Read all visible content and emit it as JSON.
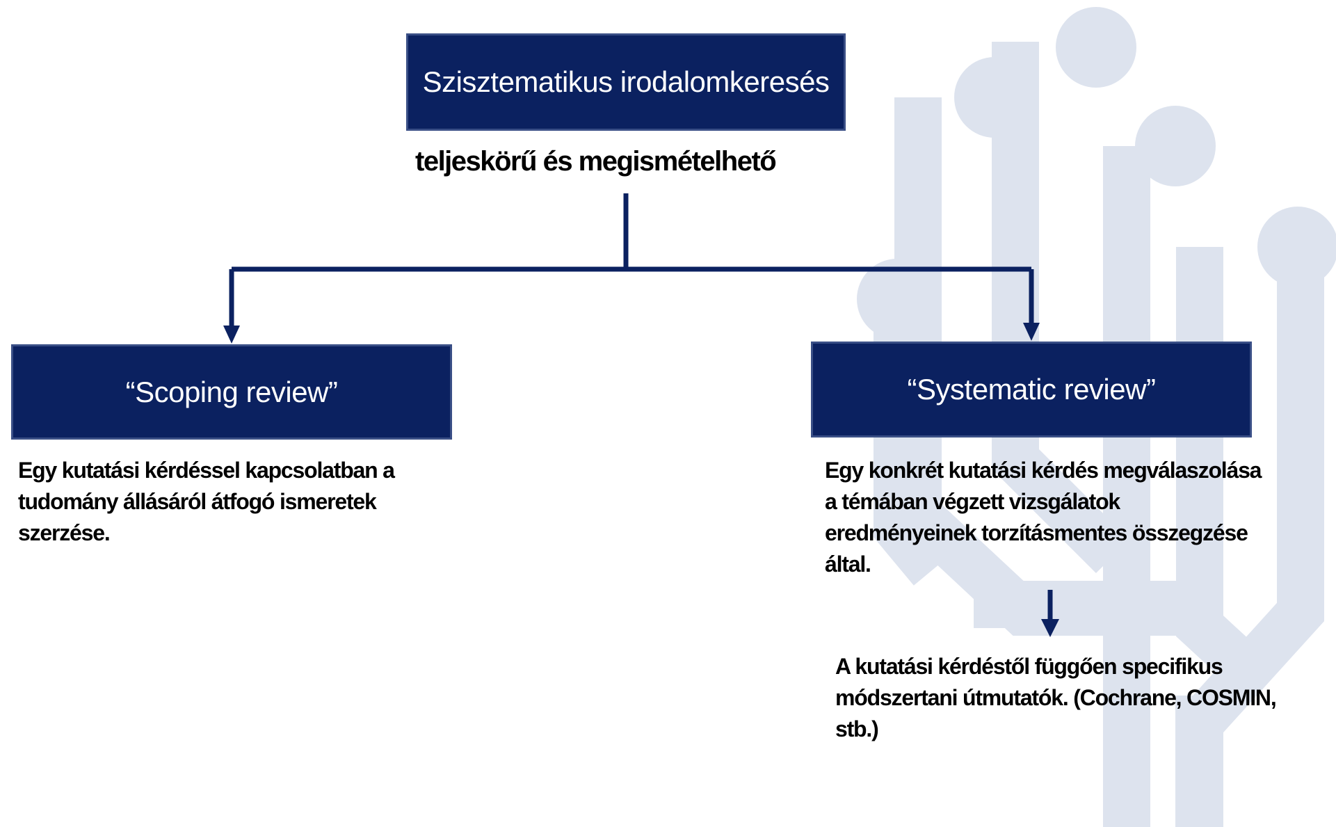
{
  "top_box": {
    "title": "Szisztematikus irodalomkeresés"
  },
  "subtitle": "teljeskörű és megismételhető",
  "left_branch": {
    "title": "“Scoping review”",
    "description": "Egy kutatási kérdéssel kapcsolatban a tudomány állásáról átfogó ismeretek szerzése."
  },
  "right_branch": {
    "title": "“Systematic review”",
    "description": "Egy konkrét kutatási kérdés megválaszolása a témában végzett vizsgálatok eredményeinek torzításmentes összegzése által."
  },
  "right_followup": {
    "description": "A kutatási kérdéstől függően specifikus módszertani útmutatók. (Cochrane, COSMIN, stb.)"
  },
  "colors": {
    "box_fill": "#0b2160",
    "box_border": "#3a4f86",
    "connector": "#0b2160",
    "decoration": "#dde3ee",
    "text": "#000000",
    "box_text": "#ffffff"
  }
}
